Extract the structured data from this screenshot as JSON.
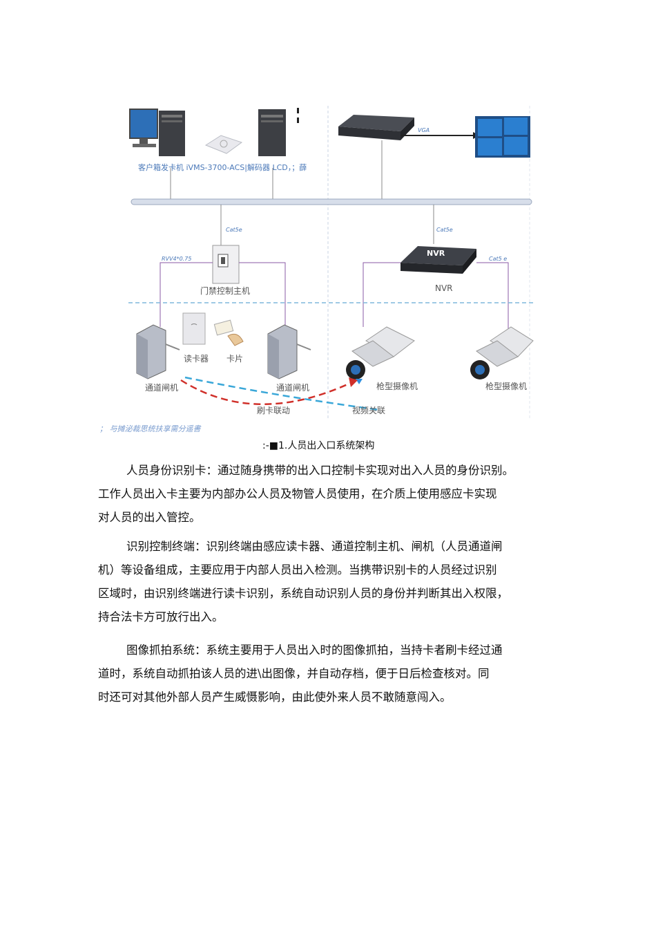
{
  "diagram": {
    "labels": {
      "top_row": "客户箱发卡机 iVMS-3700-ACS|解码器 LCD，；薛",
      "vga": "VGA",
      "cat5e_left": "Cat5e",
      "cat5e_right": "Cat5e",
      "cable_left": "RVV4*0.75",
      "cable_right": "Cat5 e",
      "nvr_box": "NVR",
      "nvr": "NVR",
      "door_controller": "门禁控制主机",
      "card_reader": "读卡器",
      "card": "卡片",
      "gate_left": "通道闸机",
      "gate_right": "通道闸机",
      "camera_left": "枪型摄像机",
      "camera_right": "枪型摄像机",
      "swipe_link": "刷卡联动",
      "video_link": "视频关联",
      "note": "；  与摊泌裁思统扶享需分遥書"
    },
    "colors": {
      "swipe_link": "#d0302a",
      "video_link": "#3aa7d8",
      "network": "#b9c6dc",
      "divider": "#7fb7dc"
    }
  },
  "caption": ":-■1.人员出入口系统架构",
  "paragraphs": [
    [
      "人员身份识别卡：通过随身携带的出入口控制卡实现对出入人员的身份识别。",
      "工作人员出入卡主要为内部办公人员及物管人员使用，在介质上使用感应卡实现",
      "对人员的出入管控。"
    ],
    [
      "识别控制终端：识别终端由感应读卡器、通道控制主机、闸机（人员通道闸",
      "机）等设备组成，主要应用于内部人员出入检测。当携带识别卡的人员经过识别",
      "区域时，由识别终端进行读卡识别，系统自动识别人员的身份并判断其出入权限，",
      "持合法卡方可放行出入。"
    ],
    [
      "图像抓拍系统：系统主要用于人员出入时的图像抓拍，当持卡者刷卡经过通",
      "道时，系统自动抓拍该人员的进\\出图像，并自动存档，便于日后检查核对。同",
      "时还可对其他外部人员产生威慑影响，由此使外来人员不敢随意闯入。"
    ]
  ]
}
